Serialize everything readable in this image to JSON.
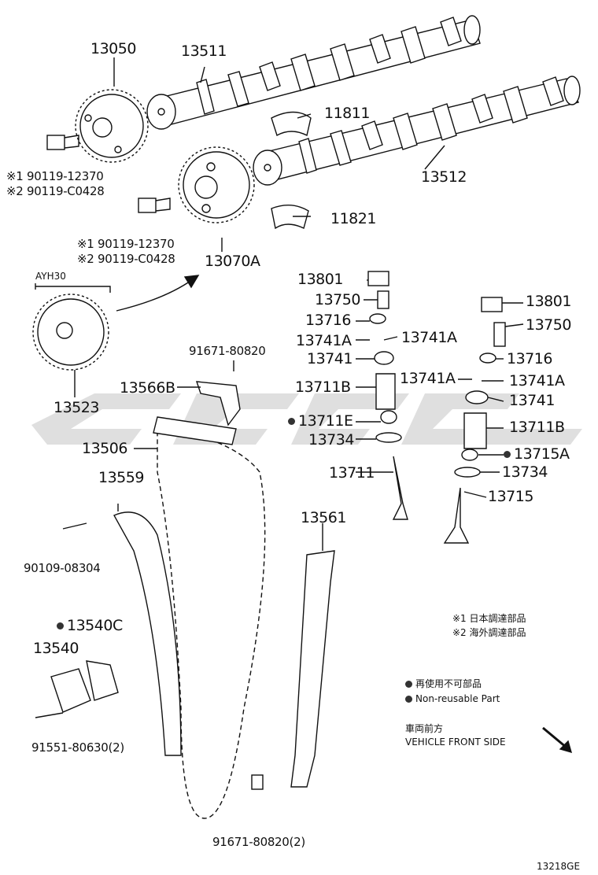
{
  "parts": {
    "p13050": "13050",
    "p13511": "13511",
    "p11811": "11811",
    "p13512": "13512",
    "p11821": "11821",
    "p13070A": "13070A",
    "bolt1_a": "※1 90119-12370",
    "bolt1_b": "※2 90119-C0428",
    "bolt2_a": "※1 90119-12370",
    "bolt2_b": "※2 90119-C0428",
    "ayh30": "AYH30",
    "p13523": "13523",
    "p91671_80820": "91671-80820",
    "p13566B": "13566B",
    "p13506": "13506",
    "p13559": "13559",
    "p90109_08304": "90109-08304",
    "p13540C": "13540C",
    "p13540": "13540",
    "p91551_80630": "91551-80630(2)",
    "p91671_80820_2": "91671-80820(2)",
    "p13561": "13561",
    "l13801": "13801",
    "l13750": "13750",
    "l13716": "13716",
    "l13741A_l": "13741A",
    "l13741A_r": "13741A",
    "l13741": "13741",
    "l13711B": "13711B",
    "l13711E": "13711E",
    "l13734": "13734",
    "l13711": "13711",
    "r13801": "13801",
    "r13750": "13750",
    "r13716": "13716",
    "r13741A_l": "13741A",
    "r13741A_r": "13741A",
    "r13741": "13741",
    "r13711B": "13711B",
    "r13715A": "13715A",
    "r13734": "13734",
    "r13715": "13715"
  },
  "notes": {
    "note1": "※1 日本調達部品",
    "note2": "※2 海外調達部品",
    "nonreuse_jp": "再使用不可部品",
    "nonreuse_en": "Non-reusable Part",
    "front_jp": "車両前方",
    "front_en": "VEHICLE FRONT SIDE",
    "figure_id": "13218GE"
  },
  "colors": {
    "line": "#111111",
    "watermark": "#d9d9d9",
    "bullet": "#333333"
  }
}
